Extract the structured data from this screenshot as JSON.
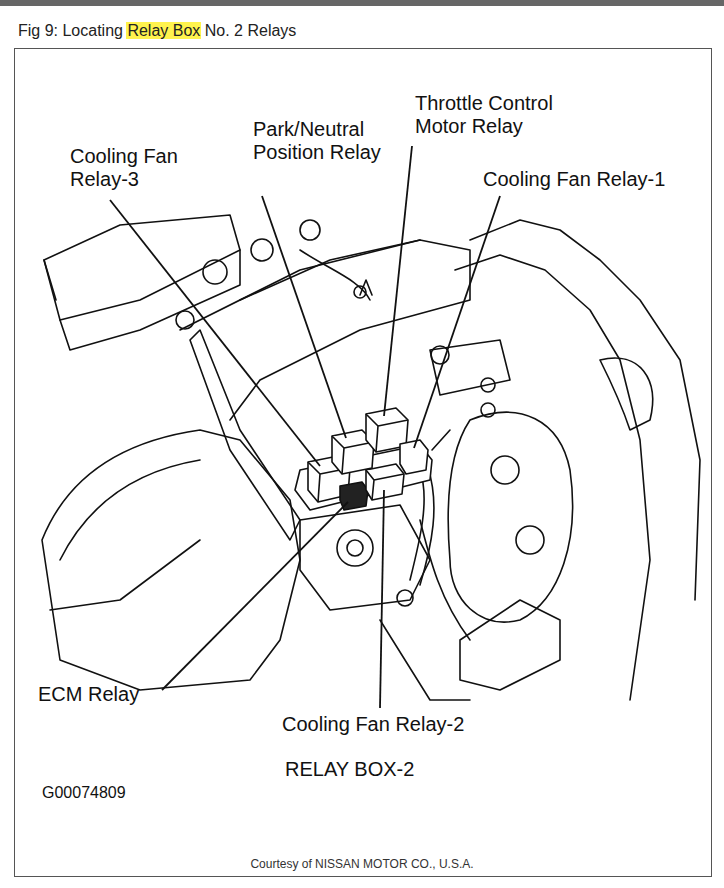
{
  "diagram": {
    "title": "Fig 9: Locating Relay Box No. 2 Relays",
    "labels": [
      "Cooling Fan Relay-3",
      "Park/Neutral Position Relay",
      "Throttle Control Motor Relay",
      "Cooling Fan Relay-1",
      "ECM Relay",
      "Cooling Fan Relay-2",
      "RELAY BOX-2",
      "G00074809",
      "Courtesy of NISSAN MOTOR CO., U.S.A."
    ]
  }
}
